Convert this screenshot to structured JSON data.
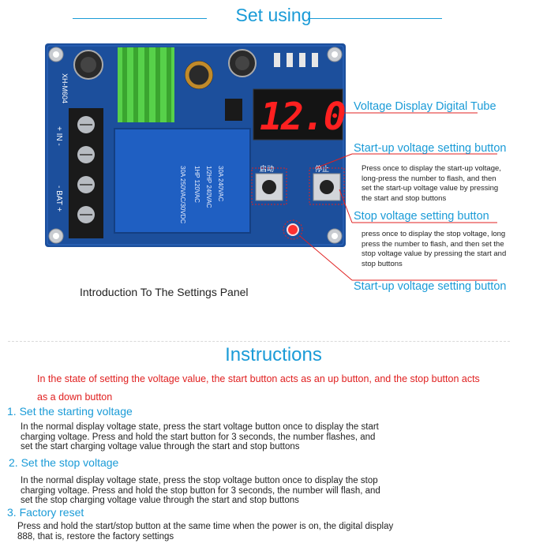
{
  "header": {
    "title": "Set using"
  },
  "board": {
    "display_value": "12.0",
    "pcb_label": "XH-M604",
    "terminal_in": "+ IN -",
    "terminal_bat": "- BAT +",
    "relay_lines": [
      "30A 250VAC/30VDC",
      "1HP 120VAC",
      "1/2HP 240VAC",
      "30A 240VAC"
    ],
    "btn_start_cn": "启动",
    "btn_stop_cn": "停止"
  },
  "callouts": {
    "display_label": "Voltage Display Digital Tube",
    "startup_label": "Start-up voltage setting button",
    "startup_desc": [
      "Press once to display the start-up voltage,",
      "long-press the number to flash, and then",
      "set the start-up voltage value by pressing",
      "the start and stop buttons"
    ],
    "stop_label": "Stop voltage setting button",
    "stop_desc": [
      "press once to display the stop voltage, long",
      "press the number to flash, and then set the",
      "stop voltage value by pressing the start and",
      "stop buttons"
    ],
    "startup_label2": "Start-up voltage setting button"
  },
  "caption": "Introduction To The Settings Panel",
  "instructions": {
    "title": "Instructions",
    "note_line1": "In the state of setting the voltage value, the start button acts as an up button, and the stop button acts",
    "note_line2": "as a down button",
    "sections": [
      {
        "heading": "1. Set the starting voltage",
        "lines": [
          "In the normal display voltage state, press the start voltage button once to display the start",
          "charging voltage. Press and hold the start button for 3 seconds, the number flashes, and",
          "set the start charging voltage value through the start and stop buttons"
        ]
      },
      {
        "heading": "2. Set the stop voltage",
        "lines": [
          "In the normal display voltage state, press the stop voltage button once to display the stop",
          "charging voltage. Press and hold the stop button for 3 seconds, the number will flash, and",
          "set the stop charging voltage value through the start and stop buttons"
        ]
      },
      {
        "heading": "3. Factory reset",
        "lines": [
          "Press and hold the start/stop button at the same time when the power is on, the digital display",
          "888, that is, restore the factory settings"
        ]
      }
    ]
  },
  "colors": {
    "accent": "#1a9bd7",
    "warning": "#e02020",
    "pcb": "#1c4f9c",
    "led": "#ff2020"
  }
}
